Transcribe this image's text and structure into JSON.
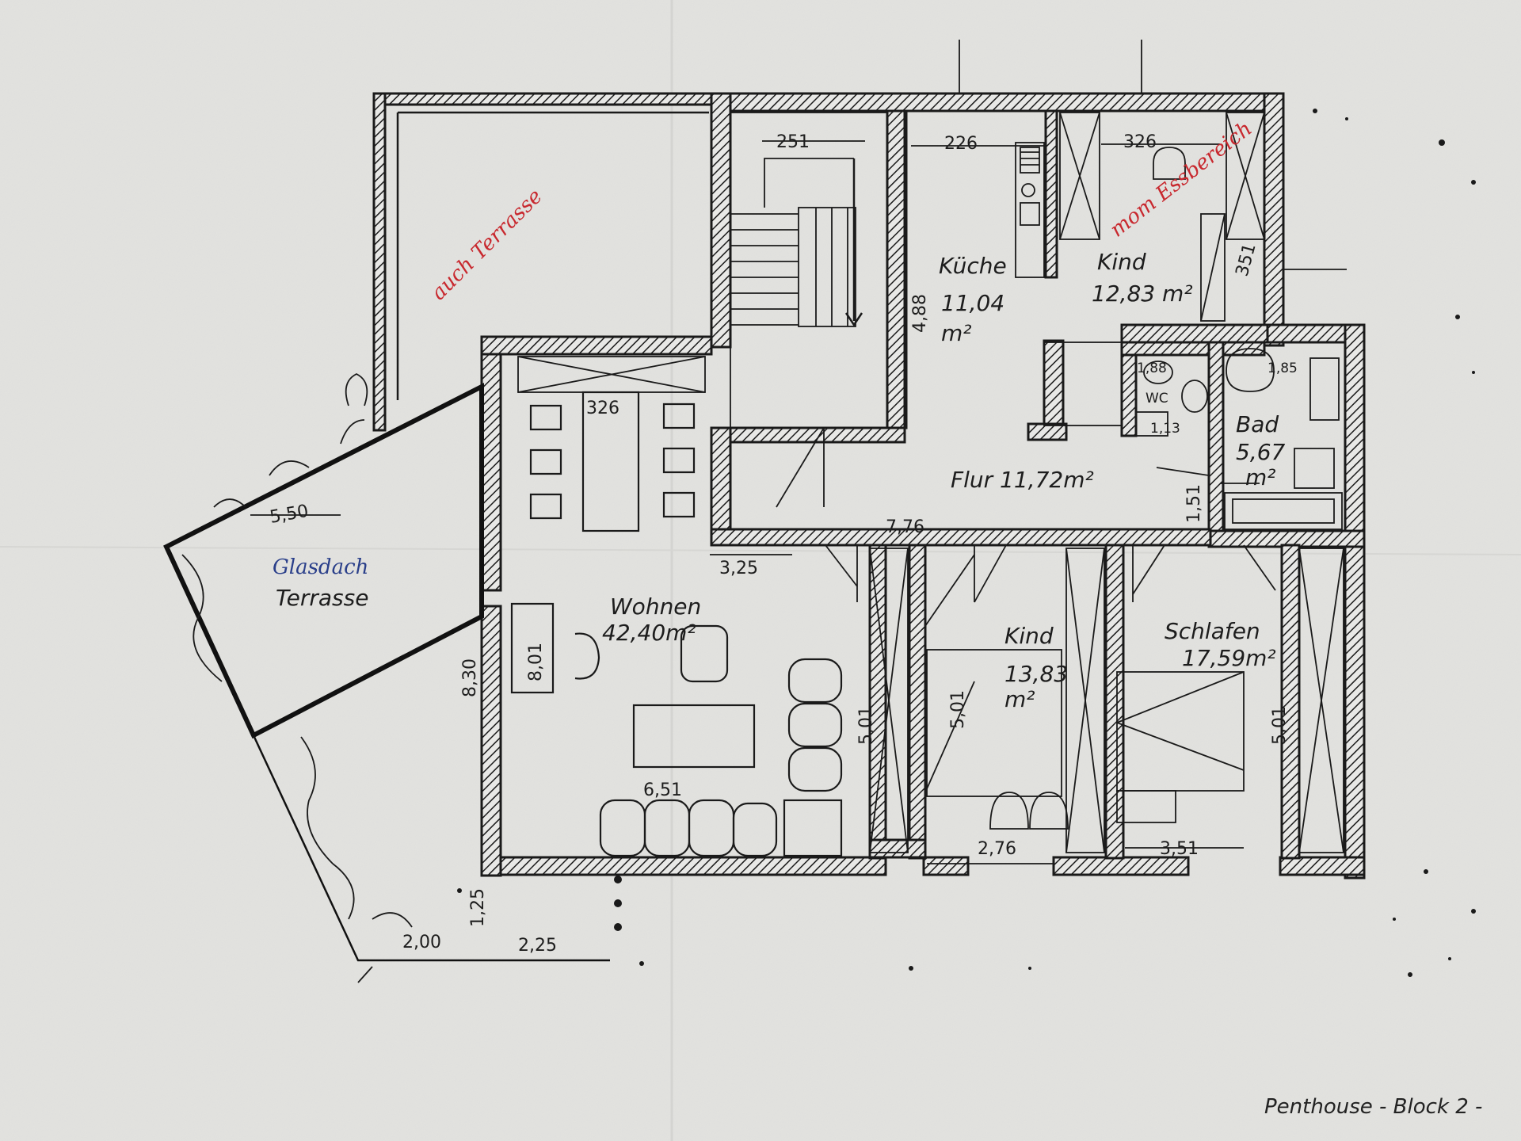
{
  "rooms": {
    "terrace_note": "auch Terrasse",
    "kueche": {
      "name": "Küche",
      "area": "11,04",
      "unit": "m²"
    },
    "kind_top": {
      "name": "Kind",
      "area": "12,83 m²"
    },
    "kind_top_note": "mom Essbereich",
    "wc": "WC",
    "bad": {
      "name": "Bad",
      "area": "5,67",
      "unit": "m²"
    },
    "flur": "Flur 11,72m²",
    "wohnen": {
      "name": "Wohnen",
      "area": "42,40m²"
    },
    "kind_mid": {
      "name": "Kind",
      "area": "13,83",
      "unit": "m²"
    },
    "schlafen": {
      "name": "Schlafen",
      "area": "17,59m²"
    },
    "glasdach": "Glasdach",
    "terrasse": "Terrasse"
  },
  "dims": {
    "d251": "251",
    "d226": "226",
    "d326a": "326",
    "d488": "4,88",
    "d351a": "351",
    "d326b": "326",
    "d550": "5,50",
    "d776": "7,76",
    "d325": "3,25",
    "d801": "8,01",
    "d830": "8,30",
    "d501a": "5,01",
    "d501b": "5,01",
    "d501c": "5,01",
    "d651": "6,51",
    "d276": "2,76",
    "d351b": "3,51",
    "d200": "2,00",
    "d125": "1,25",
    "d225": "2,25",
    "d151": "1,51",
    "d188": "1,88",
    "d185": "1,85",
    "d113": "1,13"
  },
  "caption": "Penthouse   - Block 2 -"
}
